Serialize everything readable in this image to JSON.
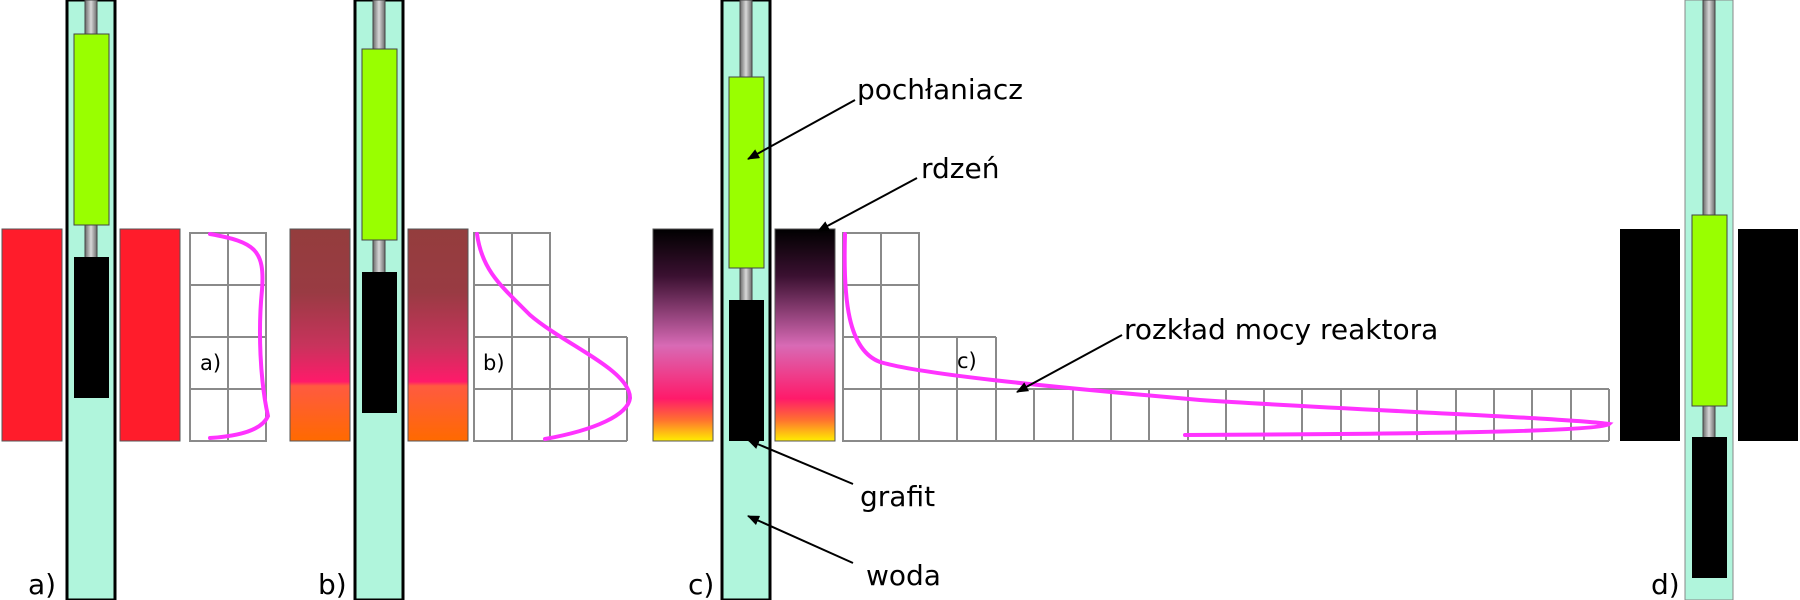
{
  "panels": [
    {
      "label": "a)",
      "grid_label": "a)"
    },
    {
      "label": "b)",
      "grid_label": "b)"
    },
    {
      "label": "c)",
      "grid_label": "c)"
    },
    {
      "label": "d)"
    }
  ],
  "annotations": {
    "absorber": "pochłaniacz",
    "core": "rdzeń",
    "power_distribution": "rozkład mocy reaktora",
    "graphite": "grafit",
    "water": "woda"
  },
  "colors": {
    "water_channel": "#b0f5dc",
    "absorber": "#99ff00",
    "graphite": "#000000",
    "rod": "#999999",
    "core_uniform": "#ff1c2b",
    "core_dark": "#000000",
    "power_curve": "#ff33ff",
    "grid_line": "#8a8a8a"
  }
}
